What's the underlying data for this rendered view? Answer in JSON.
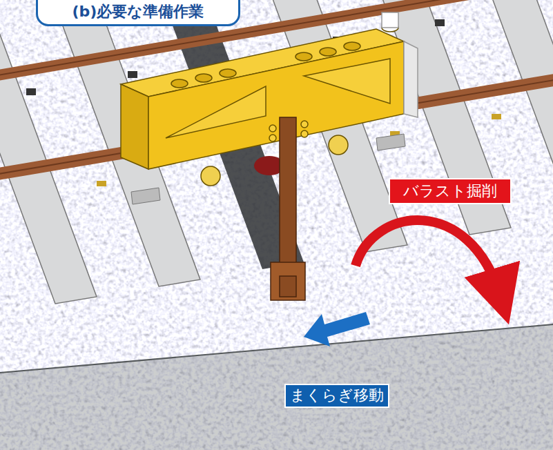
{
  "diagram": {
    "title": "(b)必要な準備作業",
    "nodes": [
      {
        "text": [
          "バラスト掘削"
        ]
      },
      {
        "text": [
          "まくらぎ移動"
        ]
      }
    ]
  }
}
